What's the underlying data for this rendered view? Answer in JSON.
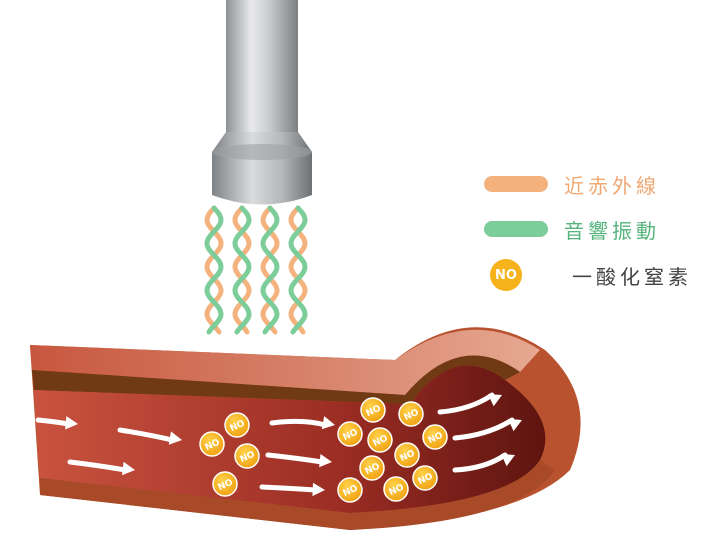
{
  "legend": {
    "infrared": {
      "label": "近赤外線",
      "color": "#f4b27f",
      "text_color": "#f0a874"
    },
    "sonic": {
      "label": "音響振動",
      "color": "#7ccd9a",
      "text_color": "#55b47c"
    },
    "no": {
      "badge": "NO",
      "label": "一酸化窒素",
      "color": "#f6b21b",
      "text_color": "#444444"
    }
  },
  "molecule_label": "NO",
  "colors": {
    "vessel_outer": "#c25a3b",
    "vessel_inner": "#7a1e16",
    "vessel_lumen": "#b8463a",
    "probe_metal": "#b9bcbf",
    "arrow": "#ffffff"
  }
}
